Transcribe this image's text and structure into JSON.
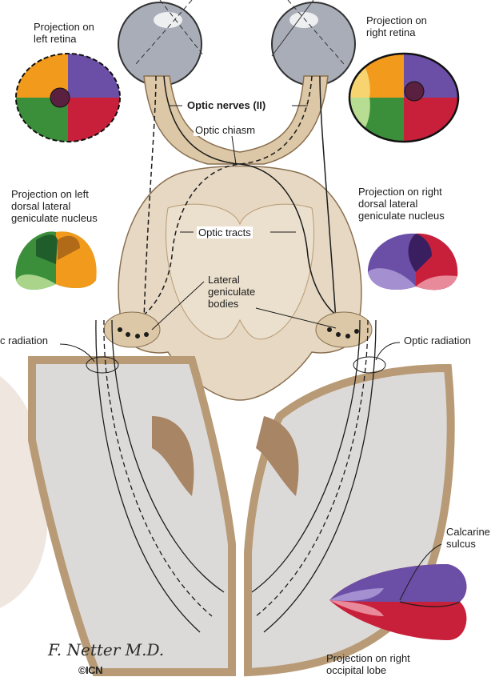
{
  "labels": {
    "left_retina": "Projection on\nleft retina",
    "right_retina": "Projection on\nright retina",
    "optic_nerves": "Optic nerves (II)",
    "optic_chiasm": "Optic chiasm",
    "left_lgn": "Projection on left\ndorsal lateral\ngeniculate nucleus",
    "right_lgn": "Projection on right\ndorsal lateral\ngeniculate nucleus",
    "optic_tracts": "Optic tracts",
    "lateral_geniculate": "Lateral\ngeniculate\nbodies",
    "optic_radiation_left": "c radiation",
    "optic_radiation_right": "Optic radiation",
    "calcarine": "Calcarine\nsulcus",
    "occipital": "Projection on right\noccipital lobe"
  },
  "signature": "F. Netter M.D.",
  "logo": "©ICN",
  "colors": {
    "orange": "#f29a1c",
    "purple": "#6b4fa6",
    "green": "#3c8f3a",
    "red": "#c8203a",
    "light_green": "#a9d48a",
    "pink": "#e88a9a",
    "light_purple": "#a48fd0",
    "tissue": "#dcc7a6",
    "tissue_dark": "#b89b76",
    "brain_gray": "#d9d6d4",
    "eye_gray": "#a8adb8"
  }
}
